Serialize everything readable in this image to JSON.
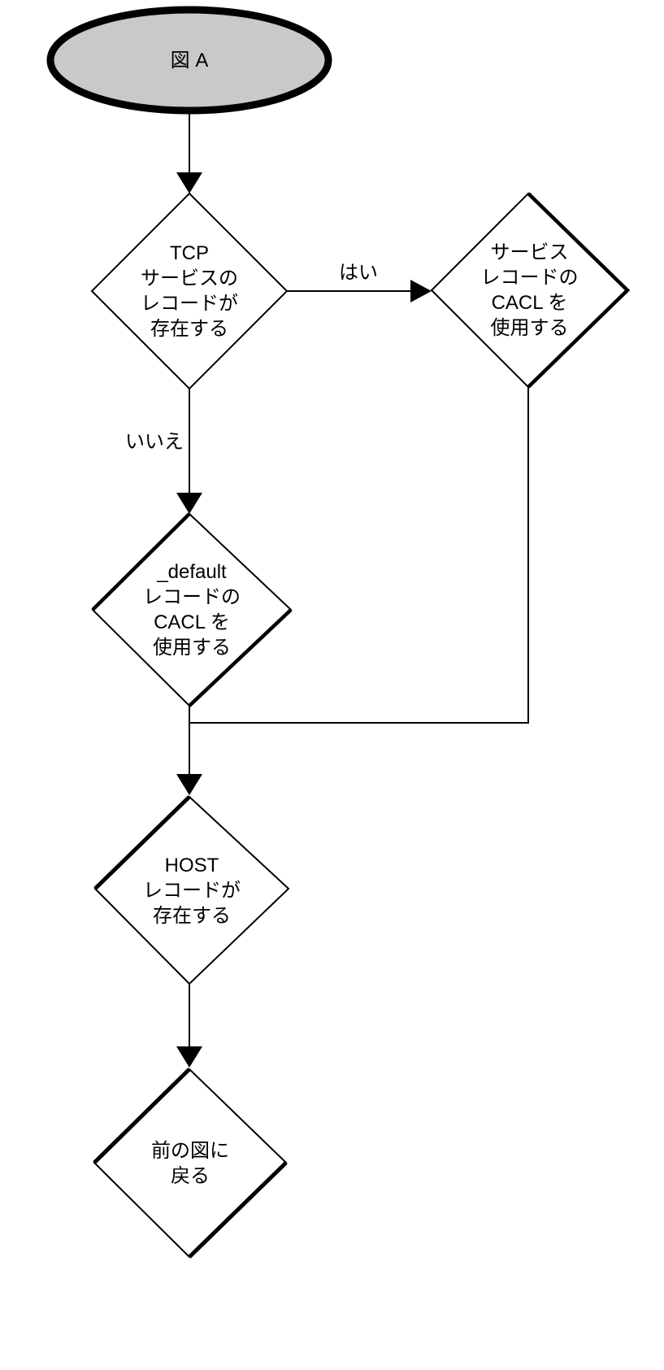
{
  "flowchart": {
    "start_label": "図 A",
    "nodes": [
      {
        "id": "tcp-service-record-exists",
        "shape": "diamond",
        "label": "TCP\nサービスの\nレコードが\n存在する"
      },
      {
        "id": "use-service-record-cacl",
        "shape": "diamond",
        "label": "サービス\nレコードの\nCACL を\n使用する"
      },
      {
        "id": "use-default-record-cacl",
        "shape": "diamond",
        "label": "_default\nレコードの\nCACL を\n使用する"
      },
      {
        "id": "host-record-exists",
        "shape": "diamond",
        "label": "HOST\nレコードが\n存在する"
      },
      {
        "id": "return-to-previous-figure",
        "shape": "diamond",
        "label": "前の図に\n戻る"
      }
    ],
    "edge_labels": {
      "yes": "はい",
      "no": "いいえ"
    }
  },
  "colors": {
    "background": "#ffffff",
    "stroke": "#000000",
    "node_fill": "#ffffff",
    "start_fill": "#c9c9c9",
    "text": "#000000"
  }
}
